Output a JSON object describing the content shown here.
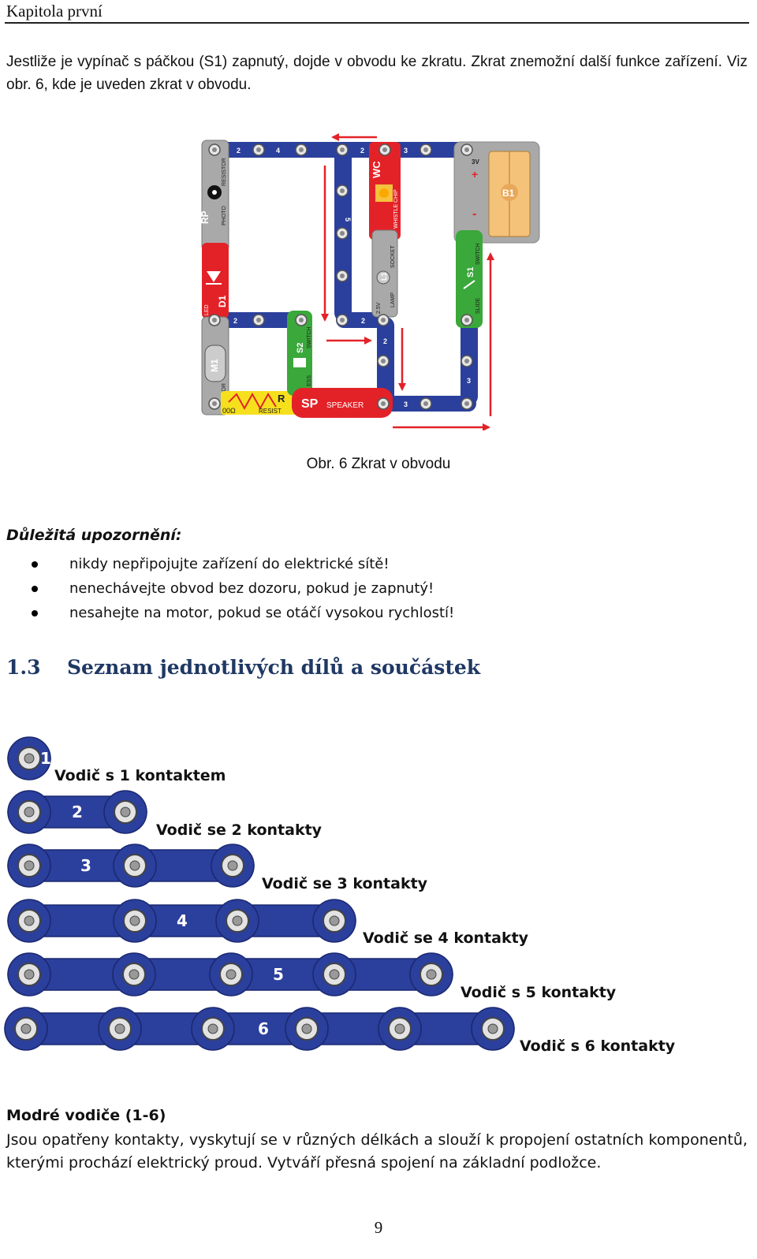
{
  "header": {
    "chapter": "Kapitola první"
  },
  "intro": "Jestliže je vypínač s páčkou (S1) zapnutý, dojde v obvodu ke zkratu. Zkrat znemožní další funkce zařízení. Viz obr. 6, kde je uveden zkrat v obvodu.",
  "figure": {
    "caption": "Obr. 6 Zkrat v obvodu",
    "labels": {
      "rp": "RP",
      "photo": "PHOTO",
      "resistor": "RESISTOR",
      "d1": "D1",
      "led": "LED",
      "m1": "M1",
      "motor": "MOTOR",
      "r": "R",
      "ohm": "00Ω",
      "resist": "RESIST",
      "s2": "S2",
      "ess": "ESS",
      "switch": "SWITCH",
      "sp": "SP",
      "speaker": "SPEAKER",
      "wc": "WC",
      "whistle": "WHISTLE CHIP",
      "l1": "L1",
      "v25": "2.5V",
      "lamp": "LAMP",
      "socket": "SOCKET",
      "v3": "3V",
      "b1": "B1",
      "s1": "S1",
      "slide": "SLIDE",
      "switch2": "SWITCH",
      "n2a": "2",
      "n4": "4",
      "n2b": "2",
      "n3a": "3",
      "n5": "5",
      "n2c": "2",
      "n2d": "2",
      "n2e": "2",
      "n3b": "3",
      "n3c": "3"
    },
    "colors": {
      "blue": "#2b3f9c",
      "red": "#e32228",
      "green": "#3aa83a",
      "gray": "#a9a9a9",
      "yellow": "#f6e01e",
      "orange": "#f5c27a"
    }
  },
  "warnings": {
    "title": "Důležitá upozornění:",
    "items": [
      "nikdy nepřipojujte zařízení do elektrické sítě!",
      "nenechávejte obvod bez dozoru, pokud je zapnutý!",
      "nesahejte na motor, pokud se otáčí vysokou rychlostí!"
    ]
  },
  "section": {
    "number": "1.3",
    "title": "Seznam jednotlivých dílů a součástek"
  },
  "wires": [
    {
      "num": "1",
      "label": "Vodič s 1 kontaktem"
    },
    {
      "num": "2",
      "label": "Vodič se 2 kontakty"
    },
    {
      "num": "3",
      "label": "Vodič se 3 kontakty"
    },
    {
      "num": "4",
      "label": "Vodič se 4 kontakty"
    },
    {
      "num": "5",
      "label": "Vodič s 5 kontakty"
    },
    {
      "num": "6",
      "label": "Vodič s 6 kontakty"
    }
  ],
  "blue_wires": {
    "title": "Modré vodiče (1-6)",
    "text": "Jsou opatřeny kontakty, vyskytují se v různých délkách a slouží k propojení ostatních komponentů, kterými prochází elektrický proud. Vytváří přesná spojení na základní podložce."
  },
  "page_number": "9"
}
